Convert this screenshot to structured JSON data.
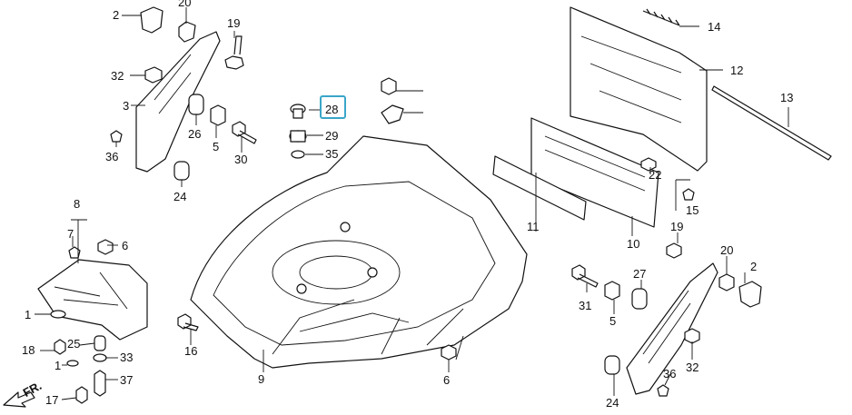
{
  "labels": {
    "l1": "1",
    "l1b": "1",
    "l2": "2",
    "l2b": "2",
    "l3": "3",
    "l5": "5",
    "l5b": "5",
    "l6": "6",
    "l6b": "6",
    "l7": "7",
    "l8": "8",
    "l9": "9",
    "l10": "10",
    "l11": "11",
    "l12": "12",
    "l13": "13",
    "l14": "14",
    "l15": "15",
    "l16": "16",
    "l17": "17",
    "l18": "18",
    "l19": "19",
    "l19b": "19",
    "l20": "20",
    "l20b": "20",
    "l22": "22",
    "l24": "24",
    "l24b": "24",
    "l25": "25",
    "l26": "26",
    "l27": "27",
    "l28": "28",
    "l29": "29",
    "l30": "30",
    "l31": "31",
    "l32": "32",
    "l32b": "32",
    "l33": "33",
    "l35": "35",
    "l36": "36",
    "l36b": "36",
    "l37": "37",
    "fr": "FR."
  },
  "highlight_color": "#3aa6c9"
}
